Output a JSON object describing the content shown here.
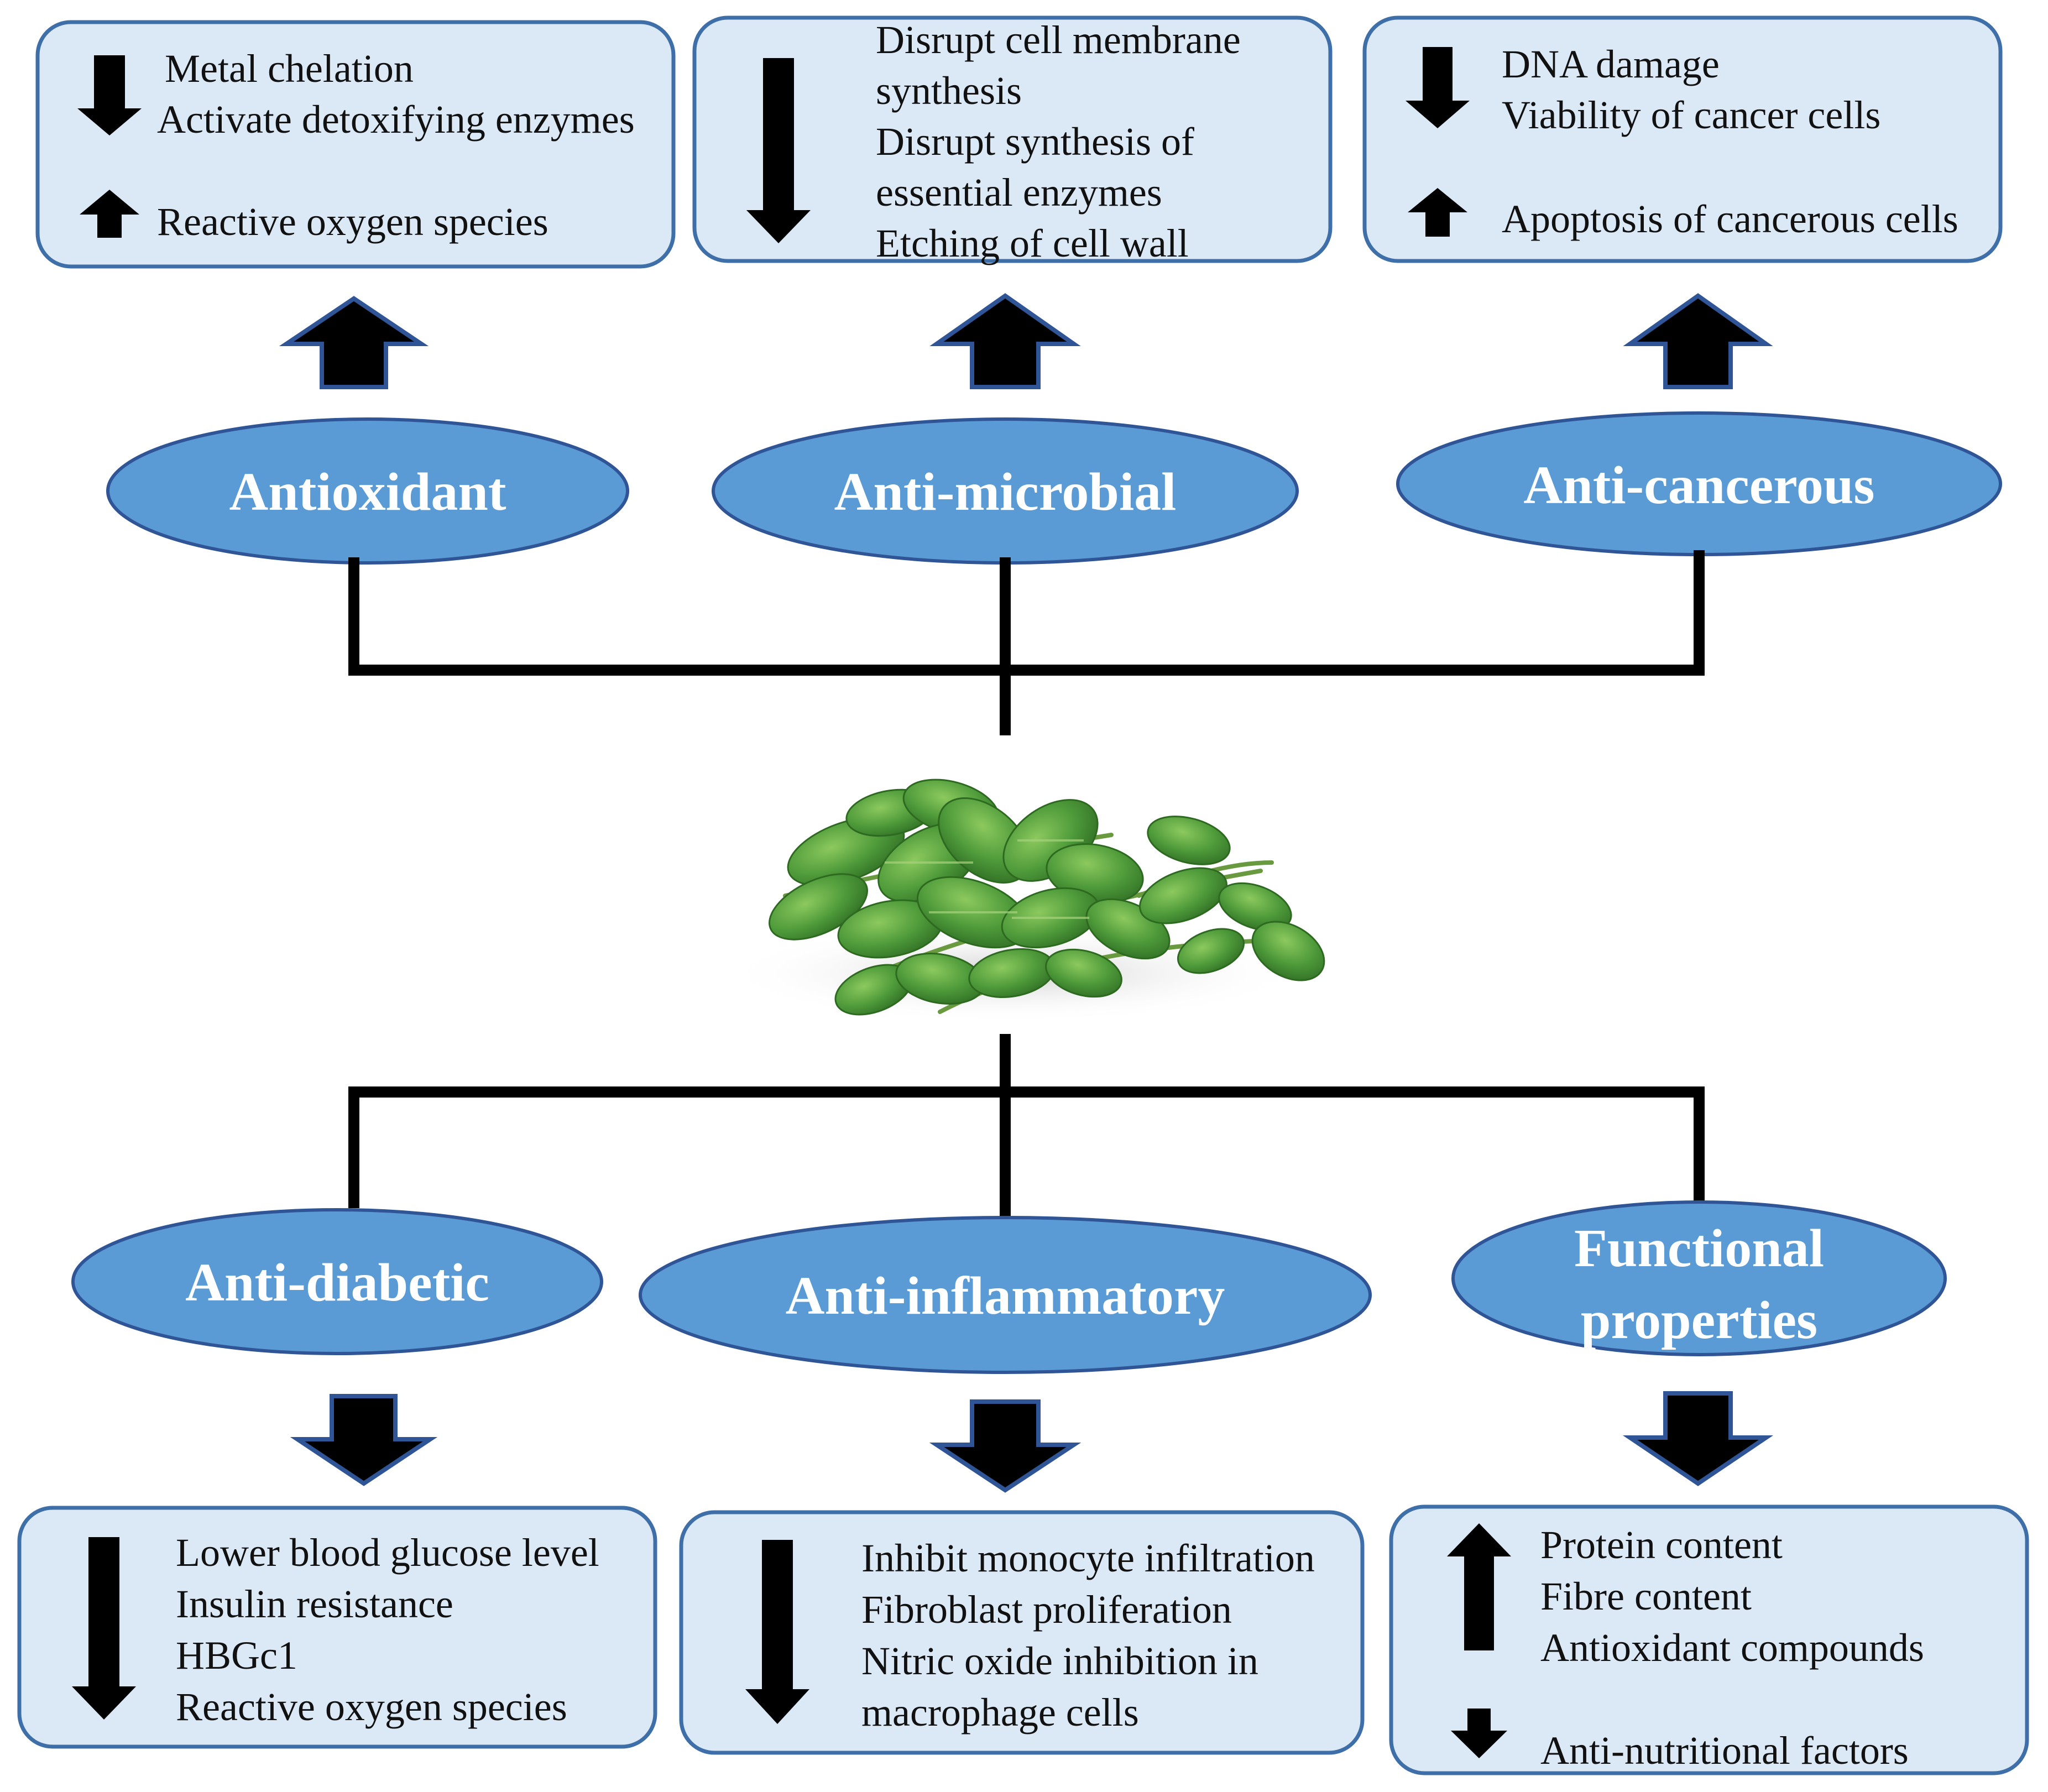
{
  "colors": {
    "ellipse_fill": "#5b9bd5",
    "ellipse_border": "#2f5597",
    "box_fill": "#dbe8f5",
    "box_border": "#3f6fa8",
    "connector": "#000000",
    "leaf_green": "#4e9a3a"
  },
  "center_image": "moringa-leaves",
  "categories": {
    "antioxidant": "Antioxidant",
    "antimicrobial": "Anti-microbial",
    "anticancerous": "Anti-cancerous",
    "antidiabetic": "Anti-diabetic",
    "antiinflammatory": "Anti-inflammatory",
    "functional_line1": "Functional",
    "functional_line2": "properties"
  },
  "boxes": {
    "antioxidant": {
      "decrease": [
        "Metal chelation",
        "Activate detoxifying enzymes"
      ],
      "increase": [
        "Reactive oxygen species"
      ]
    },
    "antimicrobial": {
      "decrease": [
        "Disrupt cell membrane",
        "synthesis",
        "Disrupt synthesis of",
        "essential enzymes",
        "Etching of cell wall"
      ]
    },
    "anticancerous": {
      "decrease": [
        "DNA damage",
        "Viability of cancer cells"
      ],
      "increase": [
        "Apoptosis of cancerous cells"
      ]
    },
    "antidiabetic": {
      "decrease": [
        "Lower blood glucose level",
        "Insulin resistance",
        "HBGc1",
        "Reactive oxygen species"
      ]
    },
    "antiinflammatory": {
      "decrease": [
        "Inhibit monocyte infiltration",
        "Fibroblast proliferation",
        "Nitric oxide inhibition in",
        "macrophage cells"
      ]
    },
    "functional": {
      "increase": [
        "Protein content",
        "Fibre content",
        "Antioxidant compounds"
      ],
      "decrease": [
        "Anti-nutritional factors"
      ]
    }
  }
}
